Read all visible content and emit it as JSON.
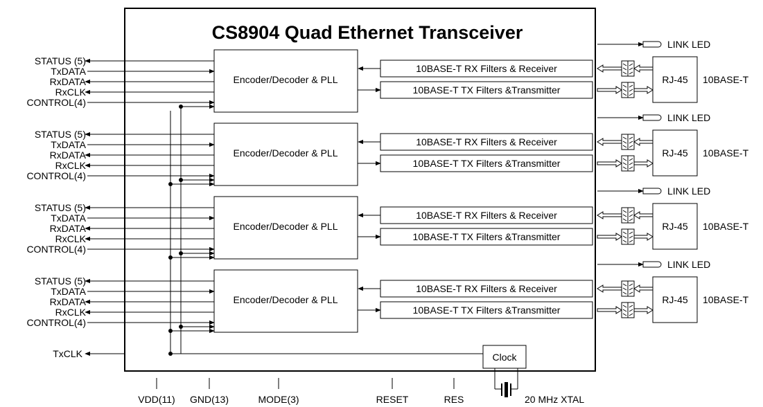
{
  "title": "CS8904 Quad Ethernet Transceiver",
  "channel": {
    "signals": [
      "STATUS (5)",
      "TxDATA",
      "RxDATA",
      "RxCLK",
      "CONTROL(4)"
    ],
    "codec": "Encoder/Decoder & PLL",
    "rx_block": "10BASE-T   RX Filters & Receiver",
    "tx_block": "10BASE-T   TX Filters &Transmitter",
    "link_led": "LINK LED",
    "connector": "RJ-45",
    "port": "10BASE-T"
  },
  "txclk": "TxCLK",
  "clock": "Clock",
  "bottom_pins": [
    "VDD(11)",
    "GND(13)",
    "MODE(3)",
    "RESET",
    "RES"
  ],
  "crystal": "20 MHz  XTAL"
}
